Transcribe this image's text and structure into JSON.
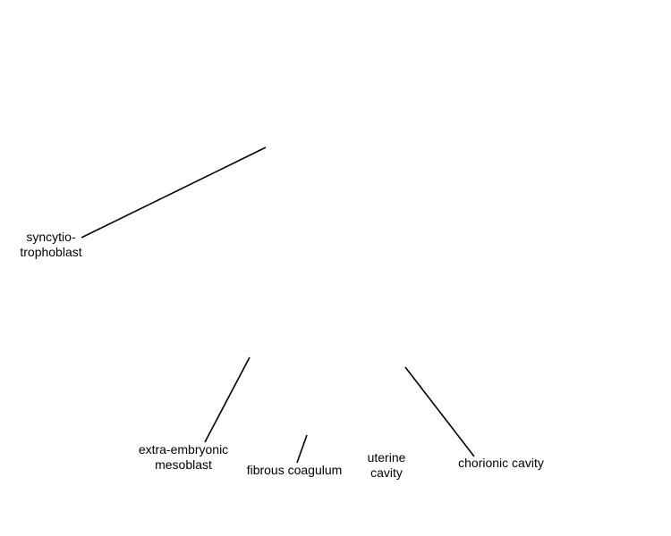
{
  "labels": {
    "syncytiotrophoblast": {
      "line1": "syncytio-",
      "line2": "trophoblast"
    },
    "extra_embryonic_mesoblast": {
      "line1": "extra-embryonic",
      "line2": "mesoblast"
    },
    "fibrous_coagulum": {
      "text": "fibrous coagulum"
    },
    "uterine_cavity": {
      "line1": "uterine",
      "line2": "cavity"
    },
    "chorionic_cavity": {
      "text": "chorionic cavity"
    }
  },
  "colors": {
    "background": "#ffffff",
    "text": "#000000",
    "leader_line": "#000000"
  }
}
